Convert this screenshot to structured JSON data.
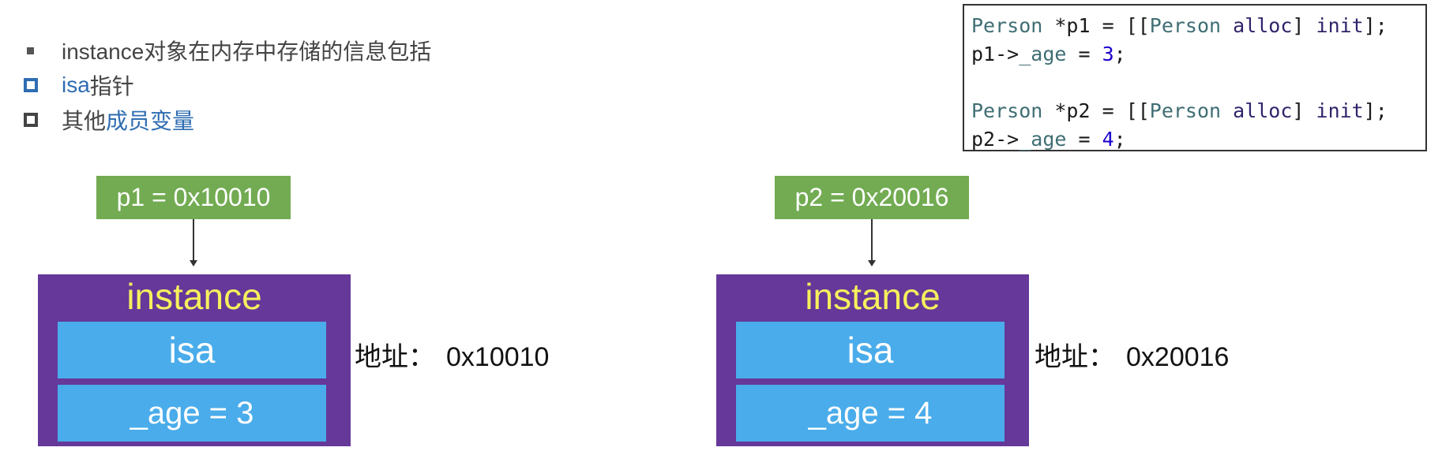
{
  "bullets": [
    {
      "text": "instance对象在内存中存储的信息包括",
      "marker": "small-square"
    },
    {
      "prefix_highlight": "isa",
      "suffix": "指针",
      "marker": "hollow-square-blue"
    },
    {
      "prefix": "其他",
      "suffix_highlight": "成员变量",
      "marker": "hollow-square"
    }
  ],
  "code": {
    "lines": [
      {
        "cls1": "Person",
        "mid1": " *p1 = [[",
        "cls2": "Person",
        "sp1": " ",
        "m1": "alloc",
        "sp2": "] ",
        "m2": "init",
        "end": "];"
      },
      {
        "var": "p1->",
        "ivar": "_age",
        "eq": " = ",
        "num": "3",
        "end": ";"
      },
      {
        "cls1": "Person",
        "mid1": " *p2 = [[",
        "cls2": "Person",
        "sp1": " ",
        "m1": "alloc",
        "sp2": "] ",
        "m2": "init",
        "end": "];"
      },
      {
        "var": "p2->",
        "ivar": "_age",
        "eq": " = ",
        "num": "4",
        "end": ";"
      }
    ]
  },
  "objects": [
    {
      "pointer_label": "p1 = 0x10010",
      "title": "instance",
      "isa_label": "isa",
      "age_label": "_age = 3",
      "addr_label": "地址：",
      "addr_value": "0x10010"
    },
    {
      "pointer_label": "p2 = 0x20016",
      "title": "instance",
      "isa_label": "isa",
      "age_label": "_age = 4",
      "addr_label": "地址：",
      "addr_value": "0x20016"
    }
  ],
  "colors": {
    "pointer_bg": "#72ab52",
    "instance_bg": "#65389a",
    "instance_title": "#f6f05c",
    "field_bg": "#4aacea",
    "highlight_text": "#2f6db2"
  }
}
